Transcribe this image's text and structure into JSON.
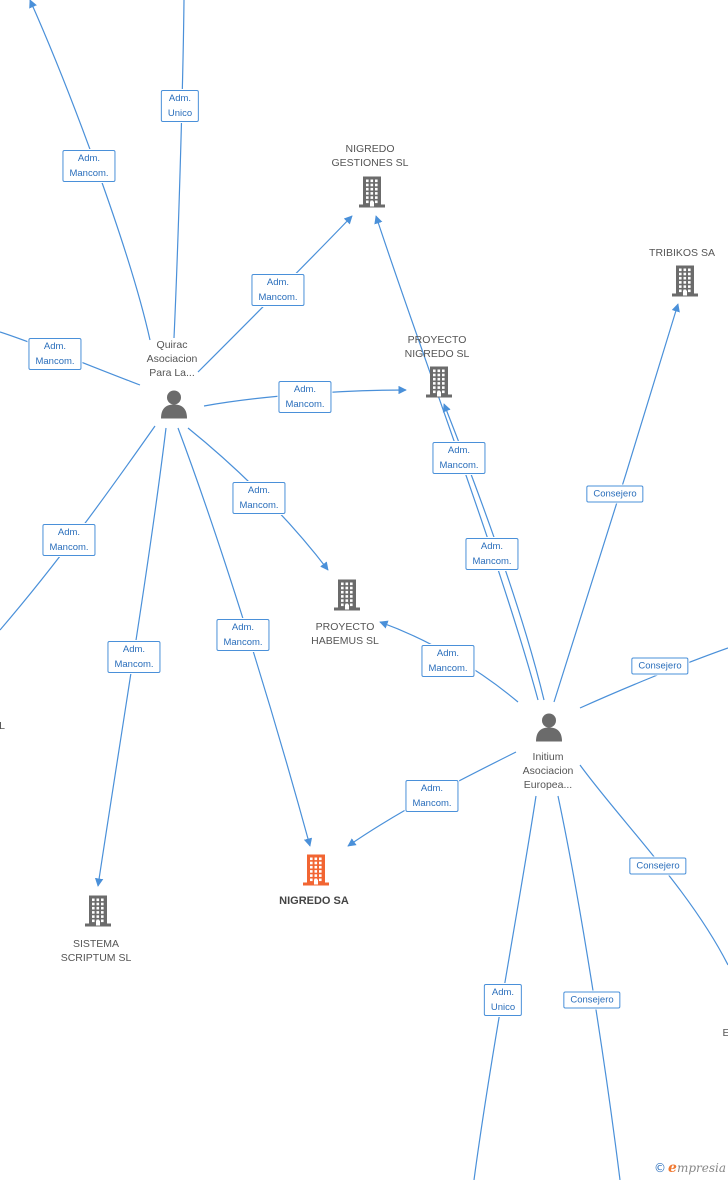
{
  "nodes": [
    {
      "id": "quirac",
      "kind": "person",
      "label": "Quirac\nAsociacion\nPara La..."
    },
    {
      "id": "initium",
      "kind": "person",
      "label": "Initium\nAsociacion\nEuropea..."
    },
    {
      "id": "nigredo_gestiones",
      "kind": "company",
      "label": "NIGREDO\nGESTIONES SL"
    },
    {
      "id": "proyecto_nigredo",
      "kind": "company",
      "label": "PROYECTO\nNIGREDO SL"
    },
    {
      "id": "tribikos",
      "kind": "company",
      "label": "TRIBIKOS SA"
    },
    {
      "id": "proyecto_habemus",
      "kind": "company",
      "label": "PROYECTO\nHABEMUS SL"
    },
    {
      "id": "nigredo_sa",
      "kind": "focus",
      "label": "NIGREDO SA"
    },
    {
      "id": "sistema_scriptum",
      "kind": "company",
      "label": "SISTEMA\nSCRIPTUM SL"
    },
    {
      "id": "left_cut",
      "kind": "text",
      "label": "L"
    },
    {
      "id": "right_cut",
      "kind": "text",
      "label": "E"
    }
  ],
  "edges": [
    {
      "label": "Adm.\nUnico"
    },
    {
      "label": "Adm.\nMancom."
    },
    {
      "label": "Adm.\nMancom."
    },
    {
      "label": "Adm.\nMancom."
    },
    {
      "label": "Adm.\nMancom."
    },
    {
      "label": "Adm.\nMancom."
    },
    {
      "label": "Adm.\nMancom."
    },
    {
      "label": "Adm.\nMancom."
    },
    {
      "label": "Adm.\nMancom."
    },
    {
      "label": "Adm.\nMancom."
    },
    {
      "label": "Adm.\nMancom."
    },
    {
      "label": "Adm.\nMancom."
    },
    {
      "label": "Adm.\nMancom."
    },
    {
      "label": "Consejero"
    },
    {
      "label": "Consejero"
    },
    {
      "label": "Consejero"
    },
    {
      "label": "Adm.\nUnico"
    },
    {
      "label": "Consejero"
    }
  ],
  "footer": {
    "copyright": "©",
    "brand_initial": "e",
    "brand_rest": "mpresia"
  },
  "colors": {
    "edge": "#4a90d9",
    "node": "#6b6b6b",
    "focus": "#f26532"
  }
}
